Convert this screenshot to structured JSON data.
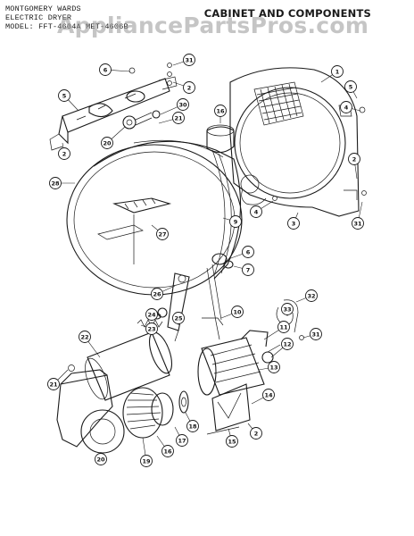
{
  "header": {
    "line1": "MONTGOMERY WARDS",
    "line2": "ELECTRIC DRYER",
    "line3": "MODEL: FFT-4604A MET-4606B",
    "section_title": "CABINET AND COMPONENTS"
  },
  "watermark": "AppliancePartsPros.com",
  "callouts": [
    {
      "id": "c6a",
      "label": "6"
    },
    {
      "id": "c31a",
      "label": "31"
    },
    {
      "id": "c2a",
      "label": "2"
    },
    {
      "id": "c1",
      "label": "1"
    },
    {
      "id": "c5a",
      "label": "5"
    },
    {
      "id": "c4a",
      "label": "4"
    },
    {
      "id": "c5b",
      "label": "5"
    },
    {
      "id": "c30",
      "label": "30"
    },
    {
      "id": "c21a",
      "label": "21"
    },
    {
      "id": "c20",
      "label": "20"
    },
    {
      "id": "c2b",
      "label": "2"
    },
    {
      "id": "c16",
      "label": "16"
    },
    {
      "id": "c2c",
      "label": "2"
    },
    {
      "id": "c28",
      "label": "28"
    },
    {
      "id": "c9",
      "label": "9"
    },
    {
      "id": "c4b",
      "label": "4"
    },
    {
      "id": "c3",
      "label": "3"
    },
    {
      "id": "c31b",
      "label": "31"
    },
    {
      "id": "c27",
      "label": "27"
    },
    {
      "id": "c6b",
      "label": "6"
    },
    {
      "id": "c7",
      "label": "7"
    },
    {
      "id": "c26",
      "label": "26"
    },
    {
      "id": "c32",
      "label": "32"
    },
    {
      "id": "c33",
      "label": "33"
    },
    {
      "id": "c10",
      "label": "10"
    },
    {
      "id": "c24",
      "label": "24"
    },
    {
      "id": "c25",
      "label": "25"
    },
    {
      "id": "c23",
      "label": "23"
    },
    {
      "id": "c11",
      "label": "11"
    },
    {
      "id": "c12",
      "label": "12"
    },
    {
      "id": "c31c",
      "label": "31"
    },
    {
      "id": "c22",
      "label": "22"
    },
    {
      "id": "c13",
      "label": "13"
    },
    {
      "id": "c21b",
      "label": "21"
    },
    {
      "id": "c14",
      "label": "14"
    },
    {
      "id": "c18",
      "label": "18"
    },
    {
      "id": "c17",
      "label": "17"
    },
    {
      "id": "c16b",
      "label": "16"
    },
    {
      "id": "c15",
      "label": "15"
    },
    {
      "id": "c19",
      "label": "19"
    },
    {
      "id": "c20b",
      "label": "20"
    },
    {
      "id": "c2d",
      "label": "2"
    }
  ]
}
